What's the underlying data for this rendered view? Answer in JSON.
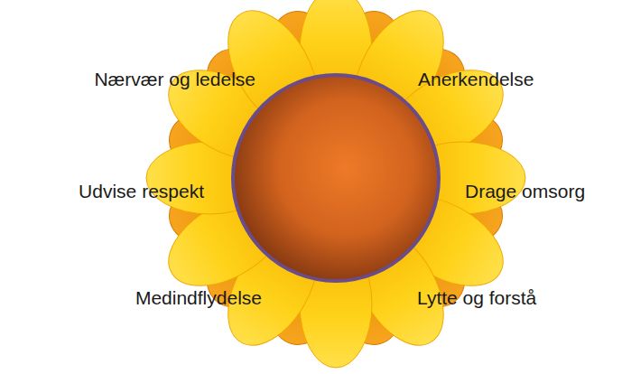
{
  "diagram": {
    "labels": [
      "Nærvær og ledelse",
      "Anerkendelse",
      "Udvise respekt",
      "Drage omsorg",
      "Medindflydelse",
      "Lytte og forstå"
    ]
  }
}
